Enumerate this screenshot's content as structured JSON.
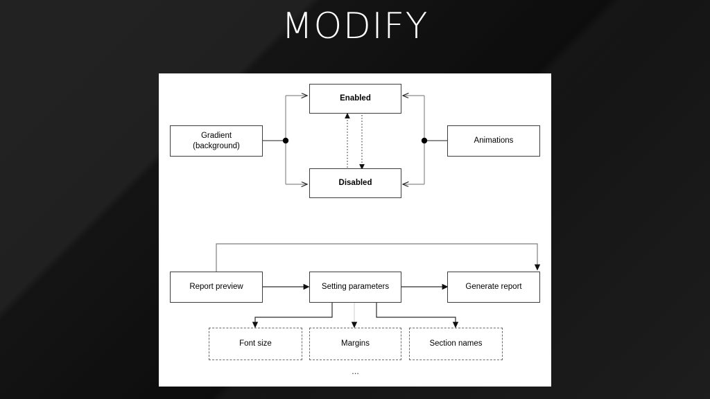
{
  "slide": {
    "title": "MODIFY",
    "background_color": "#1a1a1a",
    "panel_color": "#ffffff"
  },
  "diagram_top": {
    "name": "theme-state-diagram",
    "nodes": [
      {
        "id": "gradient",
        "label": "Gradient\n(background)",
        "label_line1": "Gradient",
        "label_line2": "(background)",
        "style": "solid"
      },
      {
        "id": "enabled",
        "label": "Enabled",
        "style": "solid-bold"
      },
      {
        "id": "disabled",
        "label": "Disabled",
        "style": "solid-bold"
      },
      {
        "id": "animations",
        "label": "Animations",
        "style": "solid"
      }
    ],
    "edges": [
      {
        "from": "gradient",
        "to": "enabled",
        "kind": "solid",
        "via": "junction-left"
      },
      {
        "from": "gradient",
        "to": "disabled",
        "kind": "solid",
        "via": "junction-left"
      },
      {
        "from": "animations",
        "to": "enabled",
        "kind": "solid",
        "via": "junction-right"
      },
      {
        "from": "animations",
        "to": "disabled",
        "kind": "solid",
        "via": "junction-right"
      },
      {
        "from": "disabled",
        "to": "enabled",
        "kind": "dotted"
      },
      {
        "from": "enabled",
        "to": "disabled",
        "kind": "dotted"
      }
    ]
  },
  "diagram_bottom": {
    "name": "report-flow-diagram",
    "nodes": [
      {
        "id": "report-preview",
        "label": "Report preview",
        "style": "solid"
      },
      {
        "id": "setting-parameters",
        "label": "Setting parameters",
        "style": "solid"
      },
      {
        "id": "generate-report",
        "label": "Generate report",
        "style": "solid"
      },
      {
        "id": "font-size",
        "label": "Font size",
        "style": "dashed"
      },
      {
        "id": "margins",
        "label": "Margins",
        "style": "dashed"
      },
      {
        "id": "section-names",
        "label": "Section names",
        "style": "dashed"
      }
    ],
    "edges": [
      {
        "from": "report-preview",
        "to": "setting-parameters",
        "kind": "solid"
      },
      {
        "from": "setting-parameters",
        "to": "generate-report",
        "kind": "solid"
      },
      {
        "from": "report-preview",
        "to": "generate-report",
        "kind": "solid",
        "route": "over-the-top"
      },
      {
        "from": "setting-parameters",
        "to": "font-size",
        "kind": "solid"
      },
      {
        "from": "setting-parameters",
        "to": "margins",
        "kind": "faint"
      },
      {
        "from": "setting-parameters",
        "to": "section-names",
        "kind": "solid"
      }
    ],
    "ellipsis": "..."
  }
}
